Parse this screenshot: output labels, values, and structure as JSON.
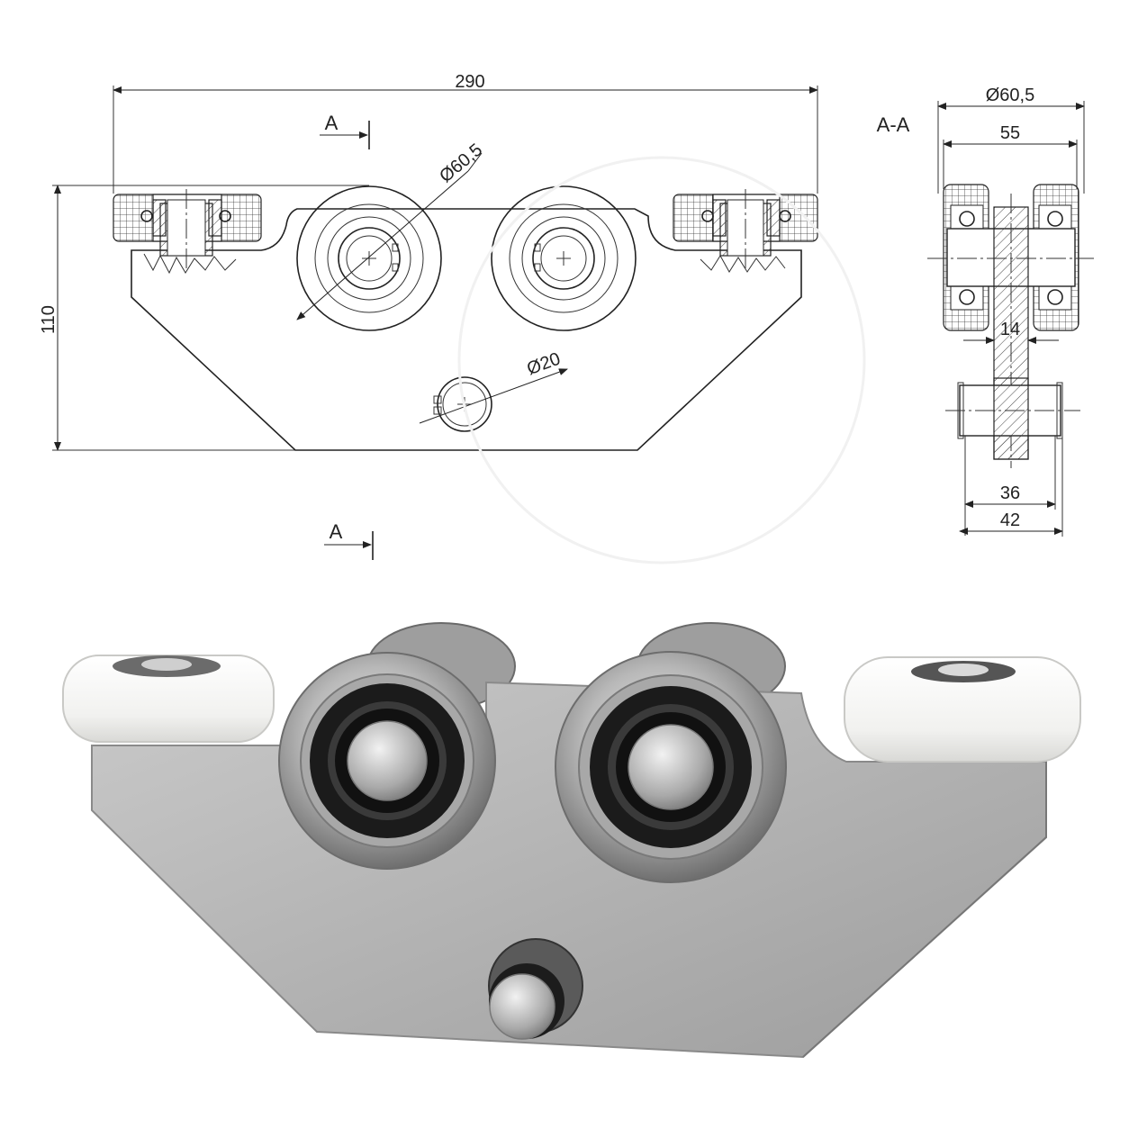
{
  "drawing": {
    "section_label": "A-A",
    "cut_marker_top": "A",
    "cut_marker_bottom": "A",
    "dim_overall_width": "290",
    "dim_height": "110",
    "dim_wheel_diameter": "Ø60,5",
    "dim_pin_diameter": "Ø20",
    "section_dims": {
      "diameter": "Ø60,5",
      "width_55": "55",
      "plate_14": "14",
      "width_36": "36",
      "width_42": "42"
    }
  },
  "colors": {
    "steel": "#b9b9b9",
    "steel_dark": "#8c8c8c",
    "nylon": "#f4f4f2",
    "bearing": "#1a1a1a"
  },
  "product_icon": "roller-carriage-photo"
}
